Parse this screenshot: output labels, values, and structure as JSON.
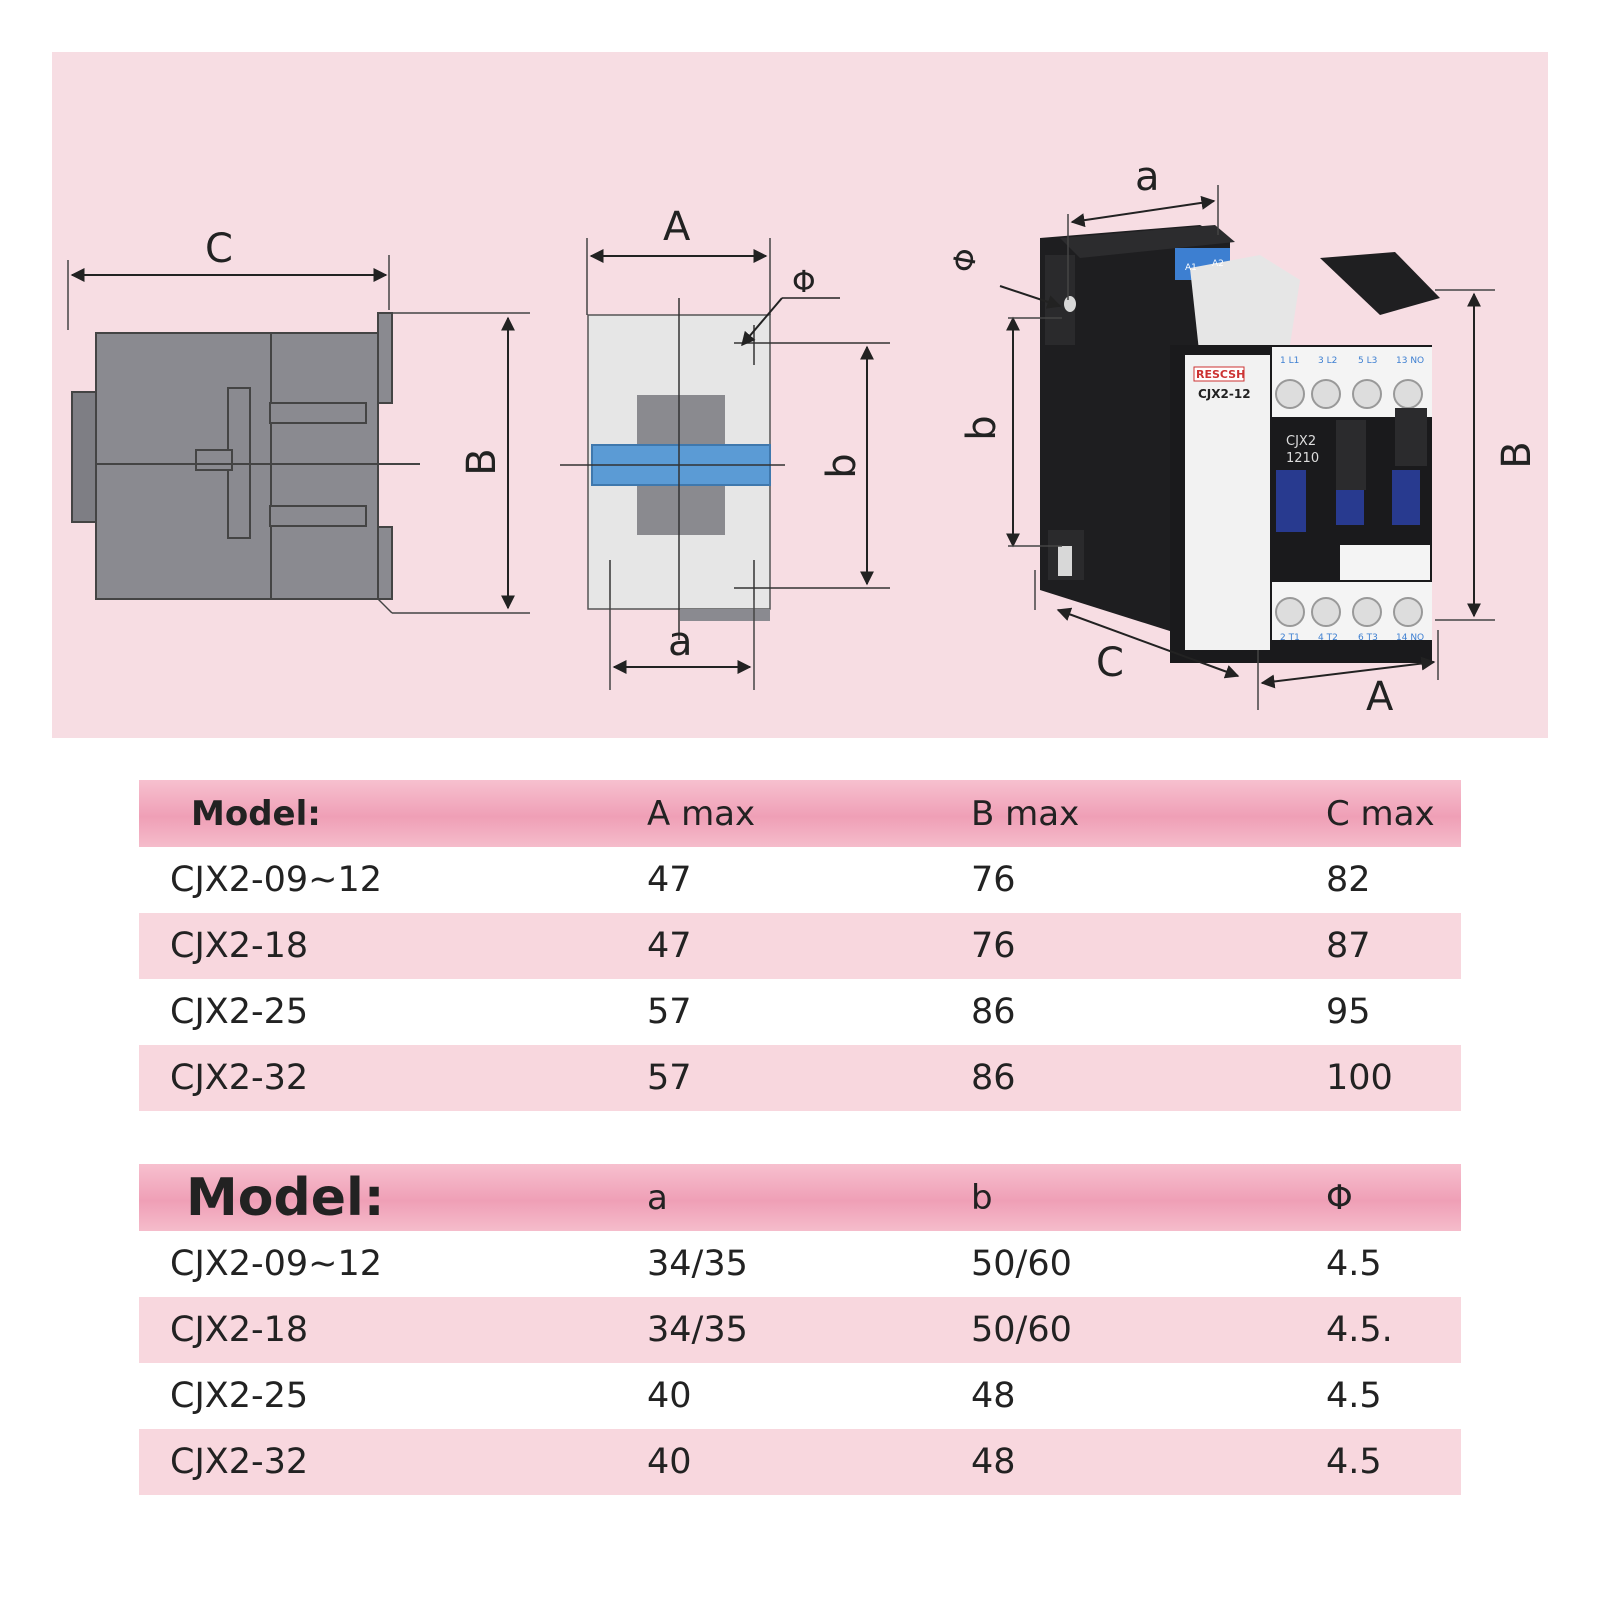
{
  "diagram": {
    "side_view": {
      "label_C": "C",
      "label_B": "B"
    },
    "top_view": {
      "label_A": "A",
      "label_phi": "Φ",
      "label_b": "b",
      "label_a": "a"
    },
    "product_view": {
      "label_a": "a",
      "label_phi": "Φ",
      "label_b": "b",
      "label_B": "B",
      "label_C": "C",
      "label_A": "A",
      "brand": "RESCSH",
      "model": "CJX2-12",
      "sub_label": "CJX2\n1210",
      "top_terminals": [
        "1 L1",
        "3 L2",
        "5 L3",
        "13 NO"
      ],
      "bottom_terminals": [
        "2 T1",
        "4 T2",
        "6 T3",
        "14 NO"
      ],
      "coil_labels": [
        "A1",
        "A2"
      ]
    }
  },
  "table1": {
    "headers": [
      "Model:",
      "A max",
      "B max",
      "C max"
    ],
    "rows": [
      [
        "CJX2-09~12",
        "47",
        "76",
        "82"
      ],
      [
        "CJX2-18",
        "47",
        "76",
        "87"
      ],
      [
        "CJX2-25",
        "57",
        "86",
        "95"
      ],
      [
        "CJX2-32",
        "57",
        "86",
        "100"
      ]
    ]
  },
  "table2": {
    "headers": [
      "Model:",
      "a",
      "b",
      "Φ"
    ],
    "rows": [
      [
        "CJX2-09~12",
        "34/35",
        "50/60",
        "4.5"
      ],
      [
        "CJX2-18",
        "34/35",
        "50/60",
        "4.5."
      ],
      [
        "CJX2-25",
        "40",
        "48",
        "4.5"
      ],
      [
        "CJX2-32",
        "40",
        "48",
        "4.5"
      ]
    ]
  },
  "colors": {
    "panel": "#f7dde3",
    "header": "#ef9fb6",
    "alt_row": "#f8d7de",
    "blue": "#5b9bd5"
  }
}
